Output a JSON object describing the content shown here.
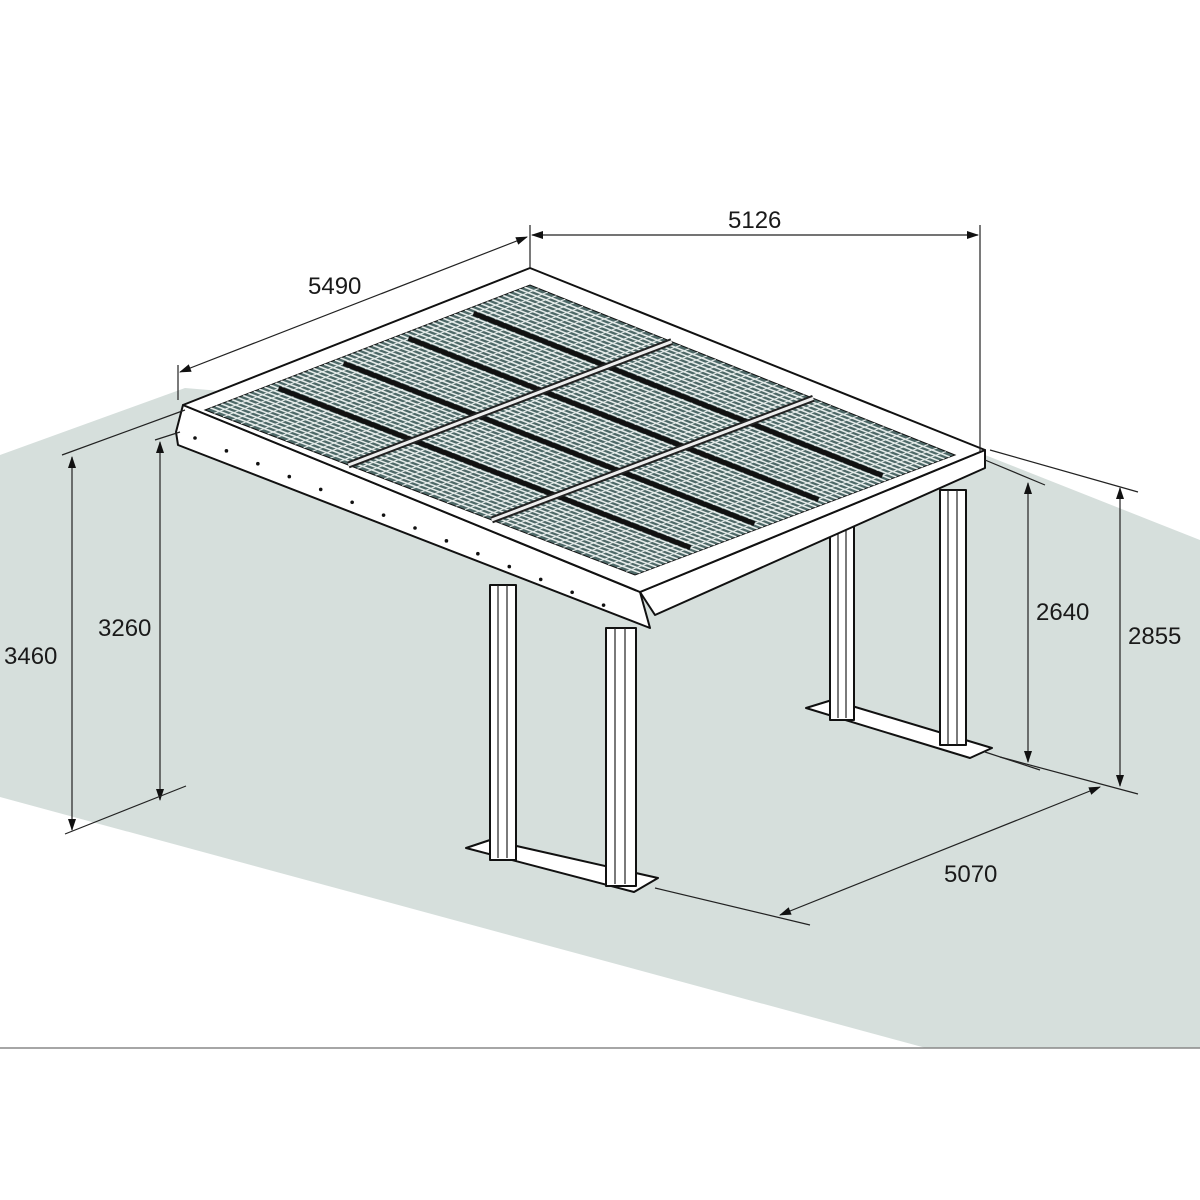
{
  "diagram": {
    "subject": "carport",
    "colors": {
      "ground": "#d6dfdc",
      "glass": "#4e6968",
      "frame": "#ffffff",
      "line": "#111111"
    },
    "dimensions": {
      "roof_depth": "5490",
      "roof_width": "5126",
      "total_height_front": "3460",
      "clearance_front": "3260",
      "clearance_rear": "2640",
      "total_height_rear": "2855",
      "post_spacing": "5070"
    }
  }
}
